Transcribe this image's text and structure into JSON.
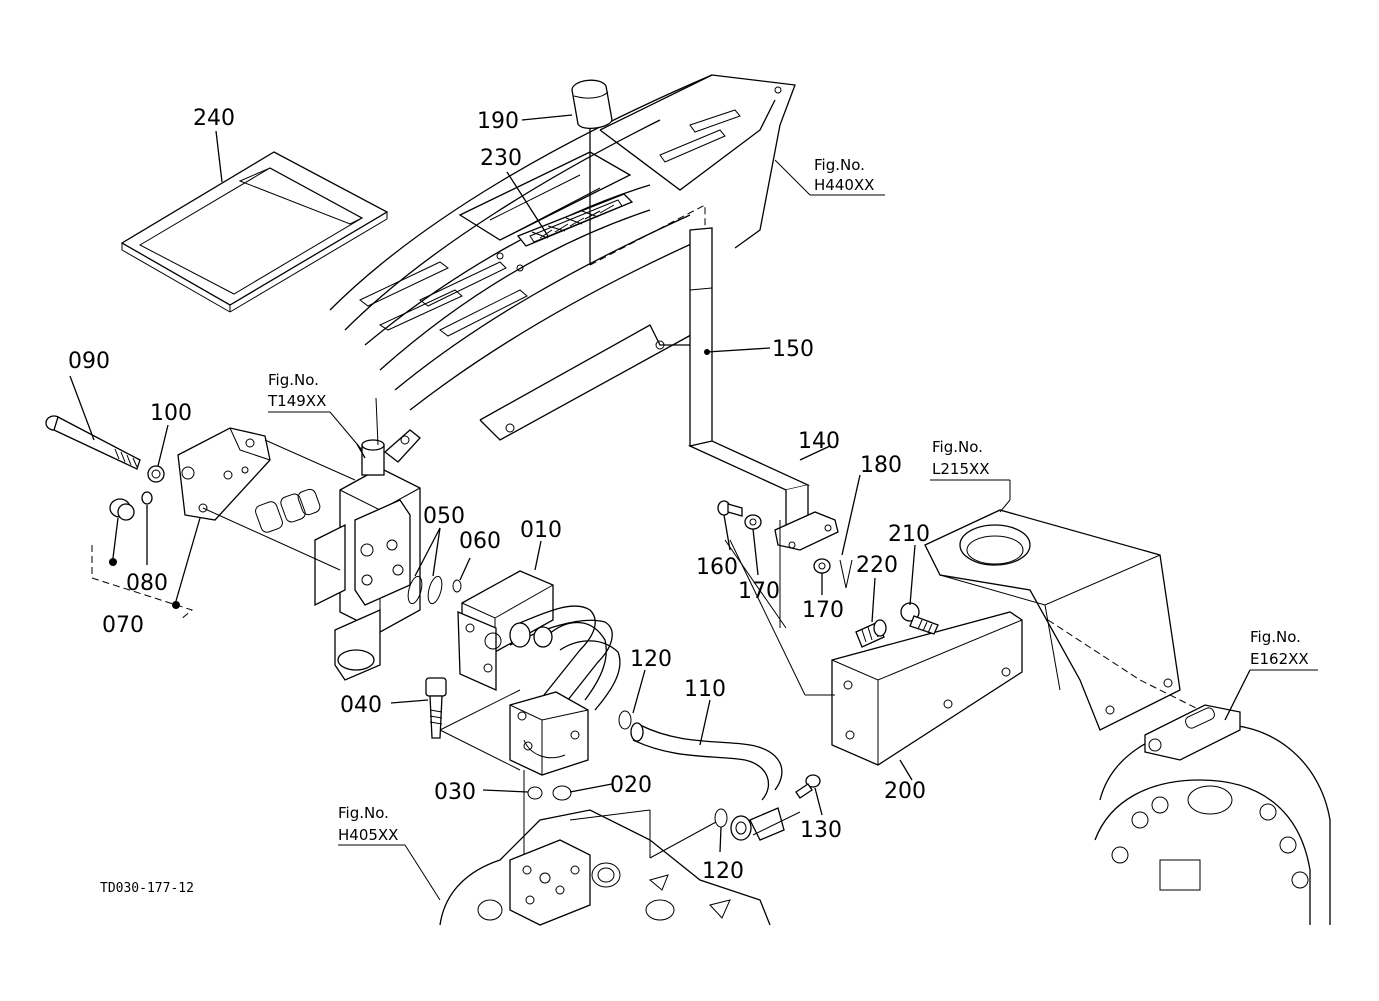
{
  "drawing_code": "TD030-177-12",
  "parts": [
    {
      "id": "p240",
      "label": "240"
    },
    {
      "id": "p190",
      "label": "190"
    },
    {
      "id": "p230",
      "label": "230"
    },
    {
      "id": "p090",
      "label": "090"
    },
    {
      "id": "p100",
      "label": "100"
    },
    {
      "id": "p080",
      "label": "080"
    },
    {
      "id": "p070",
      "label": "070"
    },
    {
      "id": "p050",
      "label": "050"
    },
    {
      "id": "p060",
      "label": "060"
    },
    {
      "id": "p010",
      "label": "010"
    },
    {
      "id": "p040",
      "label": "040"
    },
    {
      "id": "p030",
      "label": "030"
    },
    {
      "id": "p020",
      "label": "020"
    },
    {
      "id": "p120a",
      "label": "120"
    },
    {
      "id": "p110",
      "label": "110"
    },
    {
      "id": "p130",
      "label": "130"
    },
    {
      "id": "p120b",
      "label": "120"
    },
    {
      "id": "p150",
      "label": "150"
    },
    {
      "id": "p140",
      "label": "140"
    },
    {
      "id": "p160",
      "label": "160"
    },
    {
      "id": "p170a",
      "label": "170"
    },
    {
      "id": "p170b",
      "label": "170"
    },
    {
      "id": "p180",
      "label": "180"
    },
    {
      "id": "p220",
      "label": "220"
    },
    {
      "id": "p210",
      "label": "210"
    },
    {
      "id": "p200",
      "label": "200"
    }
  ],
  "figure_refs": [
    {
      "id": "h440",
      "prefix": "Fig.No.",
      "code": "H440XX"
    },
    {
      "id": "t149",
      "prefix": "Fig.No.",
      "code": "T149XX"
    },
    {
      "id": "l215",
      "prefix": "Fig.No.",
      "code": "L215XX"
    },
    {
      "id": "e162",
      "prefix": "Fig.No.",
      "code": "E162XX"
    },
    {
      "id": "h405",
      "prefix": "Fig.No.",
      "code": "H405XX"
    }
  ]
}
